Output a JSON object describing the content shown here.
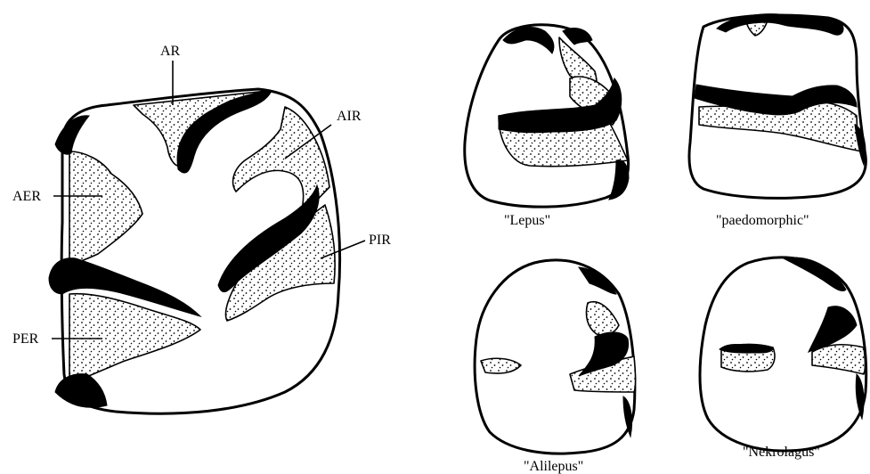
{
  "colors": {
    "ink": "#000000",
    "paper": "#ffffff"
  },
  "main_tooth": {
    "labels": {
      "ar": "AR",
      "air": "AIR",
      "aer": "AER",
      "pir": "PIR",
      "per": "PER"
    }
  },
  "variants": [
    {
      "caption": "\"Lepus\""
    },
    {
      "caption": "\"paedomorphic\""
    },
    {
      "caption": "\"Alilepus\""
    },
    {
      "caption": "\"Nekrolagus\""
    }
  ]
}
